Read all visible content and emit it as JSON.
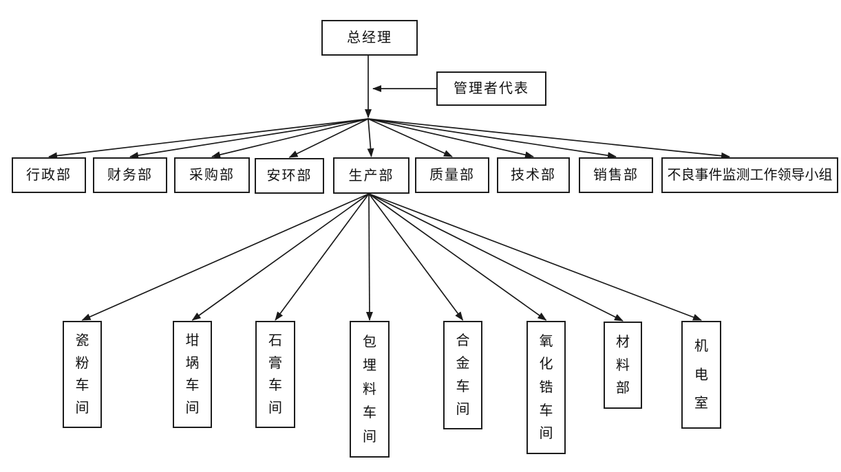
{
  "org": {
    "diagram_type": "organization-chart",
    "colors": {
      "background": "#ffffff",
      "line": "#1a1a1a",
      "box_border": "#1c1c1c",
      "text": "#111111"
    },
    "root": {
      "label": "总经理"
    },
    "management_rep": {
      "label": "管理者代表"
    },
    "departments": [
      {
        "label": "行政部"
      },
      {
        "label": "财务部"
      },
      {
        "label": "采购部"
      },
      {
        "label": "安环部"
      },
      {
        "label": "生产部"
      },
      {
        "label": "质量部"
      },
      {
        "label": "技术部"
      },
      {
        "label": "销售部"
      },
      {
        "label": "不良事件监测工作领导小组"
      }
    ],
    "production_units": [
      {
        "label": "瓷粉车间"
      },
      {
        "label": "坩埚车间"
      },
      {
        "label": "石膏车间"
      },
      {
        "label": "包埋料车间"
      },
      {
        "label": "合金车间"
      },
      {
        "label": "氧化锆车间"
      },
      {
        "label": "材料部"
      },
      {
        "label": "机电室"
      }
    ],
    "connections": {
      "root_to": "all departments (arrowed fan-out)",
      "management_rep_to": "root reporting line (left arrow)",
      "production_dept_to": "all production_units (arrowed fan-out)"
    }
  }
}
